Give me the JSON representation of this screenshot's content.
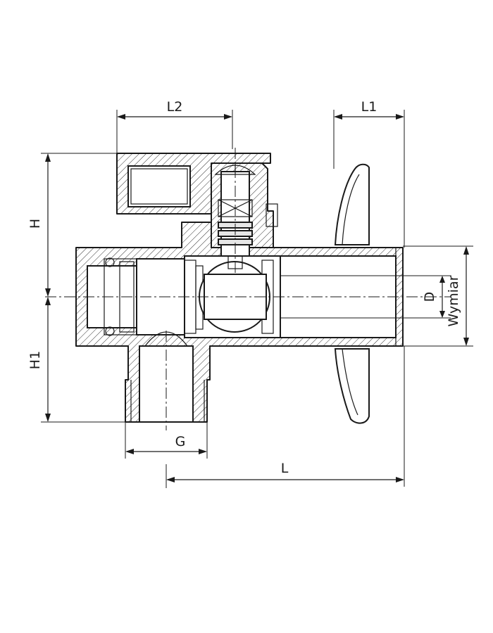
{
  "diagram": {
    "dimension_labels": {
      "L2": "L2",
      "L1": "L1",
      "H": "H",
      "H1": "H1",
      "D": "D",
      "Wymiar": "Wymiar",
      "G": "G",
      "L": "L"
    },
    "colors": {
      "line": "#1a1a1a",
      "background": "#ffffff",
      "handle_fill": "#e6e6e6"
    }
  }
}
